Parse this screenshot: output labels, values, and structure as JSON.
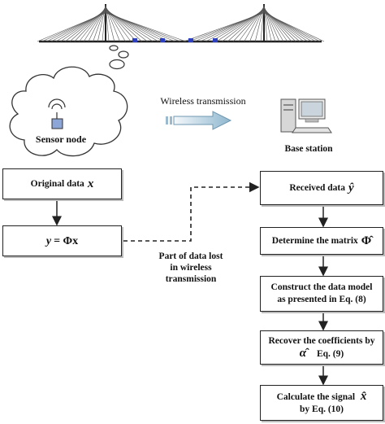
{
  "top": {
    "sensor_node": "Sensor node",
    "wireless_transmission": "Wireless transmission",
    "base_station": "Base station"
  },
  "left": {
    "original_data": "Original data",
    "original_data_symbol": "x",
    "measurement_lhs": "y",
    "measurement_rhs": "= Φx"
  },
  "middle": {
    "loss_line1": "Part of data lost",
    "loss_line2": "in wireless",
    "loss_line3": "transmission"
  },
  "right": {
    "received_data": "Received data",
    "received_symbol": "ŷ",
    "determine_matrix": "Determine the matrix",
    "matrix_symbol": "Φ̂",
    "construct_line1": "Construct the data model",
    "construct_line2": "as presented in Eq. (8)",
    "recover_line1": "Recover the coefficients by",
    "recover_symbol": "α̂",
    "recover_line2": "Eq. (9)",
    "calculate_line1": "Calculate the signal",
    "calculate_symbol": "x̂",
    "calculate_line2": "by Eq. (10)"
  }
}
